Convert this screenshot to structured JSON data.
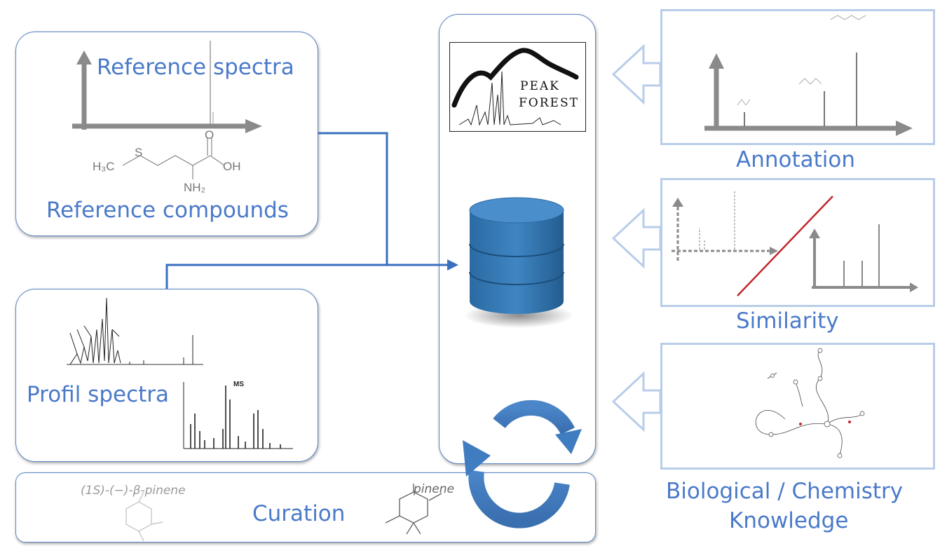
{
  "left": {
    "reference_spectra": "Reference spectra",
    "reference_compounds": "Reference compounds",
    "profil_spectra": "Profil spectra",
    "profil_ms_label": "MS",
    "compound_labels": {
      "h3c": "H₃C",
      "s": "S",
      "oh": "OH",
      "o": "O",
      "nh2": "NH₂"
    }
  },
  "center": {
    "logo_top": "PEAK",
    "logo_bottom": "FOREST",
    "database_icon": "database-icon",
    "refresh_icon": "refresh-cycle-icon"
  },
  "curation": {
    "label": "Curation",
    "compound_1": "(1S)-(−)-β-pinene",
    "compound_2": "pinene"
  },
  "right": {
    "annotation": "Annotation",
    "similarity": "Similarity",
    "knowledge_line1": "Biological / Chemistry",
    "knowledge_line2": "Knowledge"
  },
  "colors": {
    "accent_blue": "#4a7ac9",
    "panel_border": "#5b86c5",
    "light_border": "#b9cde9",
    "axis_gray": "#8a8a8a",
    "db_blue": "#2f6fa7",
    "similarity_red": "#c0282d"
  }
}
